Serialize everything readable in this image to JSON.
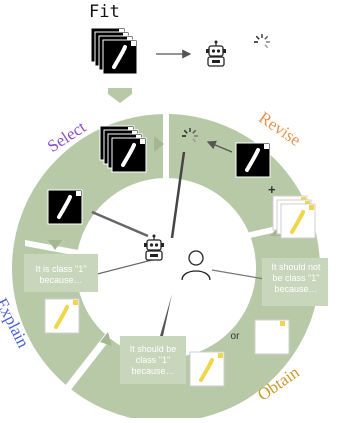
{
  "fit": {
    "title": "Fit"
  },
  "stages": {
    "select": "Select",
    "revise": "Revise",
    "explain": "Explain",
    "obtain": "Obtain"
  },
  "explain": {
    "text": "It is class \"1\" because…"
  },
  "obtain": {
    "negative_text": "It should not be class \"1\" because…",
    "positive_text": "It should be class \"1\" because…",
    "or_text": "or"
  },
  "revise": {
    "plus": "+"
  },
  "colors": {
    "ring": "#b8c9a8",
    "ring_dark": "#a3b792",
    "select": "#8a4fc9",
    "revise": "#e69550",
    "explain": "#4b61d8",
    "obtain": "#c99a2e",
    "highlight": "#f0d64a"
  },
  "icons": [
    "robot-icon",
    "user-icon",
    "spinner-icon",
    "mnist-digit-icon"
  ]
}
